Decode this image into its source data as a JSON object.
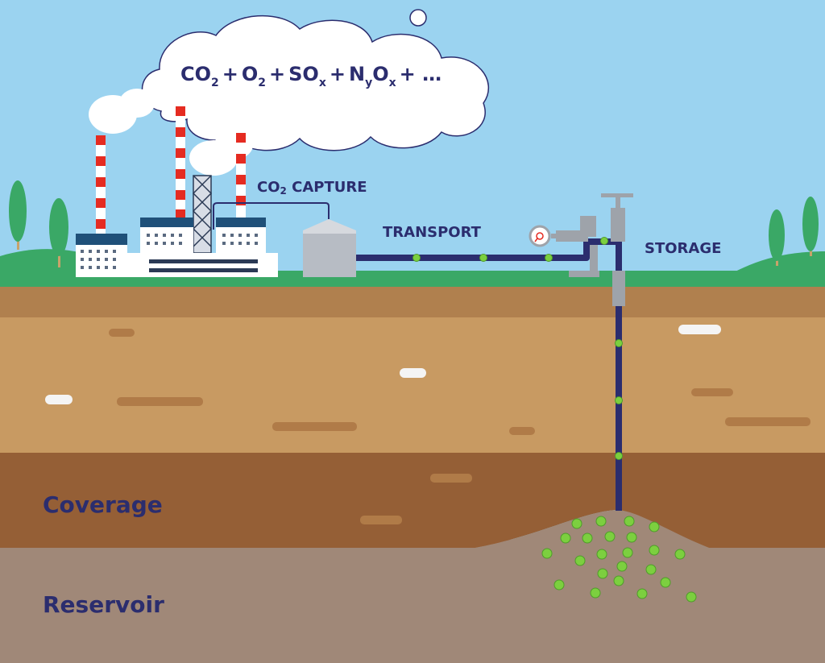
{
  "formula": {
    "co": "CO",
    "co_sub": "2",
    "o": "O",
    "o_sub": "2",
    "so": "SO",
    "so_sub": "x",
    "n": "N",
    "n_sub": "y",
    "o2": "O",
    "o2_sub": "x",
    "plus": "+",
    "ellipsis": "+ …"
  },
  "labels": {
    "capture_prefix": "CO",
    "capture_sub": "2",
    "capture_rest": " CAPTURE",
    "transport": "TRANSPORT",
    "storage": "STORAGE",
    "coverage": "Coverage",
    "reservoir": "Reservoir"
  },
  "colors": {
    "sky": "#9bd3f0",
    "grass": "#3aa866",
    "topsoil": "#b0804e",
    "soil": "#c89a62",
    "coverage": "#955f36",
    "reservoir": "#a08878",
    "pipe": "#2b2d6e",
    "bubble": "#7ccf3f",
    "chimney_red": "#e52b21"
  },
  "icons": [
    "cloud-icon",
    "chimney-icon",
    "factory-icon",
    "tank-icon",
    "pressure-gauge-icon",
    "wellhead-icon",
    "tree-icon",
    "co2-bubble-icon"
  ]
}
